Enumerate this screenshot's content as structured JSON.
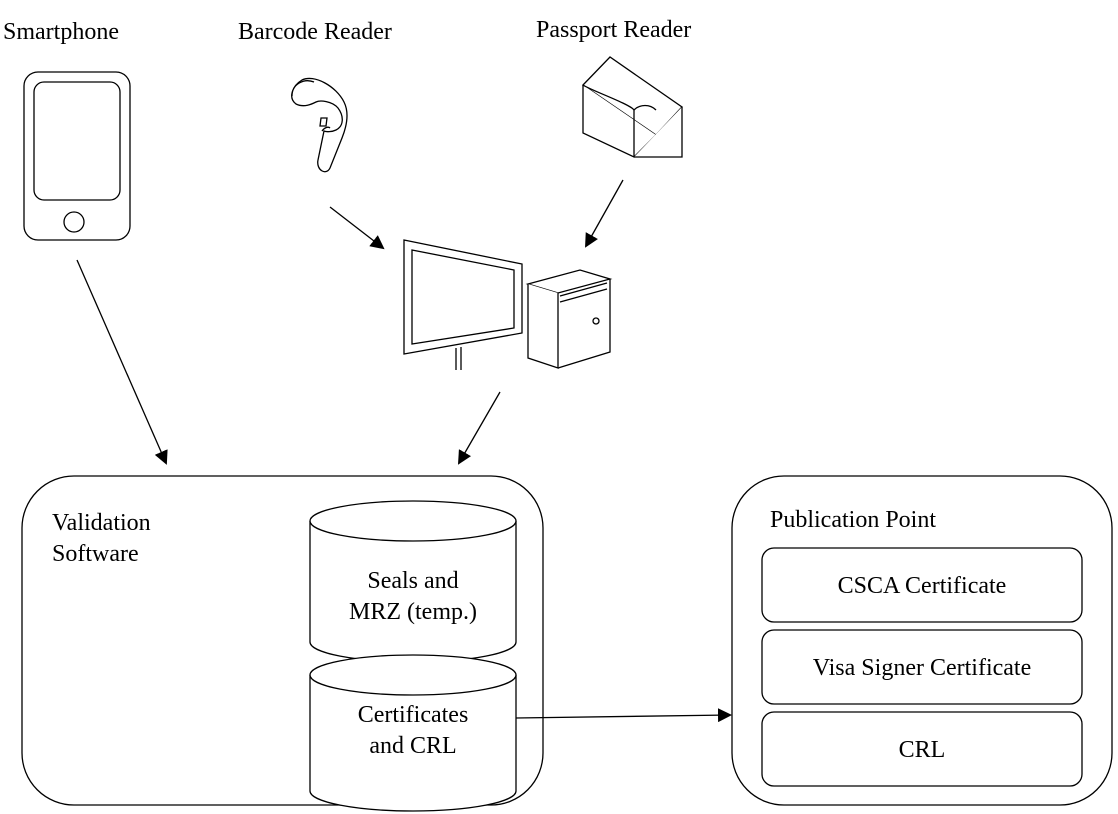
{
  "devices": {
    "smartphone": "Smartphone",
    "barcode_reader": "Barcode Reader",
    "passport_reader": "Passport Reader"
  },
  "validation_software": {
    "title_line1": "Validation",
    "title_line2": "Software",
    "db_seals_line1": "Seals and",
    "db_seals_line2": "MRZ (temp.)",
    "db_certs_line1": "Certificates",
    "db_certs_line2": "and CRL"
  },
  "publication_point": {
    "title": "Publication Point",
    "items": [
      "CSCA Certificate",
      "Visa Signer Certificate",
      "CRL"
    ]
  },
  "colors": {
    "stroke": "#000000",
    "background": "#ffffff"
  }
}
